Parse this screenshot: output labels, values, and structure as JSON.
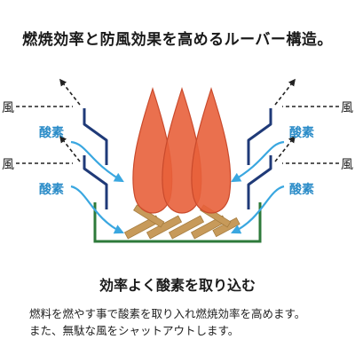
{
  "title": "燃焼効率と防風効果を高めるルーバー構造。",
  "labels": {
    "wind": "風",
    "oxygen": "酸素"
  },
  "subtitle": "効率よく酸素を取り込む",
  "description": [
    "燃料を燃やす事で酸素を取り入れ燃焼効率を高めます。",
    "また、無駄な風をシャットアウトします。"
  ],
  "colors": {
    "louver": "#1f3a78",
    "oxygen_arrow": "#3aa7e0",
    "oxygen_text": "#2b8cc8",
    "wind_arrow": "#222222",
    "flame": "#e8613b",
    "flame_outline": "#c94a2c",
    "wood": "#c79a5a",
    "firebox": "#2d7a3a"
  }
}
